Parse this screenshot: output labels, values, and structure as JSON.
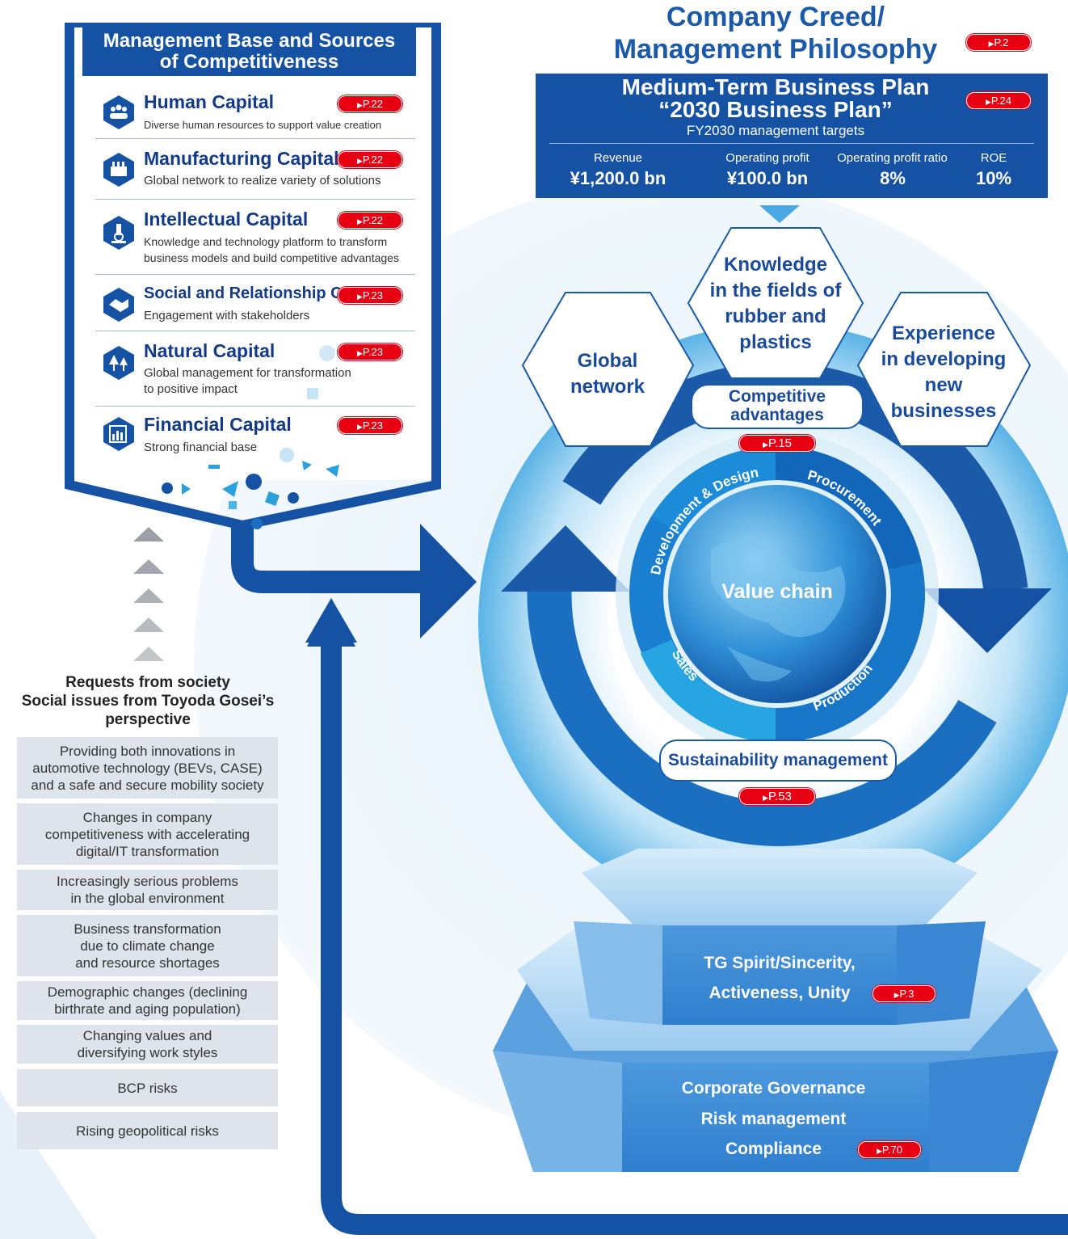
{
  "creed": {
    "line1": "Company Creed/",
    "line2": "Management Philosophy",
    "ref": "P.2"
  },
  "plan": {
    "title1": "Medium-Term Business Plan",
    "title2": "“2030 Business Plan”",
    "subtitle": "FY2030 management targets",
    "ref": "P.24",
    "kpis": [
      {
        "label": "Revenue",
        "value": "¥1,200.0 bn"
      },
      {
        "label": "Operating profit",
        "value": "¥100.0 bn"
      },
      {
        "label": "Operating profit ratio",
        "value": "8%"
      },
      {
        "label": "ROE",
        "value": "10%"
      }
    ]
  },
  "management_base": {
    "title1": "Management Base and Sources",
    "title2": "of Competitiveness",
    "capitals": [
      {
        "name": "Human Capital",
        "ref": "P.22",
        "desc1": "Diverse human resources to support value creation",
        "desc2": "",
        "icon": "people-icon"
      },
      {
        "name": "Manufacturing Capital",
        "ref": "P.22",
        "desc1": "Global network to realize variety of solutions",
        "desc2": "",
        "icon": "factory-icon"
      },
      {
        "name": "Intellectual Capital",
        "ref": "P.22",
        "desc1": "Knowledge and technology platform to transform",
        "desc2": "business models and build competitive advantages",
        "icon": "microscope-icon"
      },
      {
        "name": "Social and Relationship Capital",
        "ref": "P.23",
        "desc1": "Engagement with stakeholders",
        "desc2": "",
        "icon": "handshake-icon"
      },
      {
        "name": "Natural Capital",
        "ref": "P.23",
        "desc1": "Global management for transformation",
        "desc2": "to positive impact",
        "icon": "trees-icon"
      },
      {
        "name": "Financial Capital",
        "ref": "P.23",
        "desc1": "Strong financial base",
        "desc2": "",
        "icon": "chart-icon"
      }
    ]
  },
  "society": {
    "heading1": "Requests from society",
    "heading2": "Social issues from Toyoda Gosei’s",
    "heading3": "perspective",
    "issues": [
      [
        "Providing both innovations in",
        "automotive technology (BEVs, CASE)",
        "and a safe and secure mobility society"
      ],
      [
        "Changes in company",
        "competitiveness with accelerating",
        "digital/IT transformation"
      ],
      [
        "Increasingly serious problems",
        "in the global environment"
      ],
      [
        "Business transformation",
        "due to climate change",
        "and resource shortages"
      ],
      [
        "Demographic changes (declining",
        "birthrate and aging population)"
      ],
      [
        "Changing values and",
        "diversifying work styles"
      ],
      [
        "BCP risks"
      ],
      [
        "Rising geopolitical risks"
      ]
    ]
  },
  "advantages": {
    "knowledge": [
      "Knowledge",
      "in the fields of",
      "rubber and",
      "plastics"
    ],
    "global": [
      "Global",
      "network"
    ],
    "experience": [
      "Experience",
      "in developing",
      "new",
      "businesses"
    ],
    "label1": "Competitive",
    "label2": "advantages",
    "ref": "P.15"
  },
  "value_chain": {
    "center": "Value chain",
    "segments": [
      "Development & Design",
      "Procurement",
      "Production",
      "Sales"
    ]
  },
  "sustainability": {
    "label": "Sustainability management",
    "ref": "P.53"
  },
  "pedestal": {
    "tier1_line1": "TG Spirit/Sincerity,",
    "tier1_line2": "Activeness, Unity",
    "tier1_ref": "P.3",
    "tier2": [
      "Corporate Governance",
      "Risk management",
      "Compliance"
    ],
    "tier2_ref": "P.70"
  },
  "colors": {
    "navy": "#123a87",
    "blue": "#1a5aa8",
    "light": "#cfe8f8",
    "red": "#e60012"
  }
}
